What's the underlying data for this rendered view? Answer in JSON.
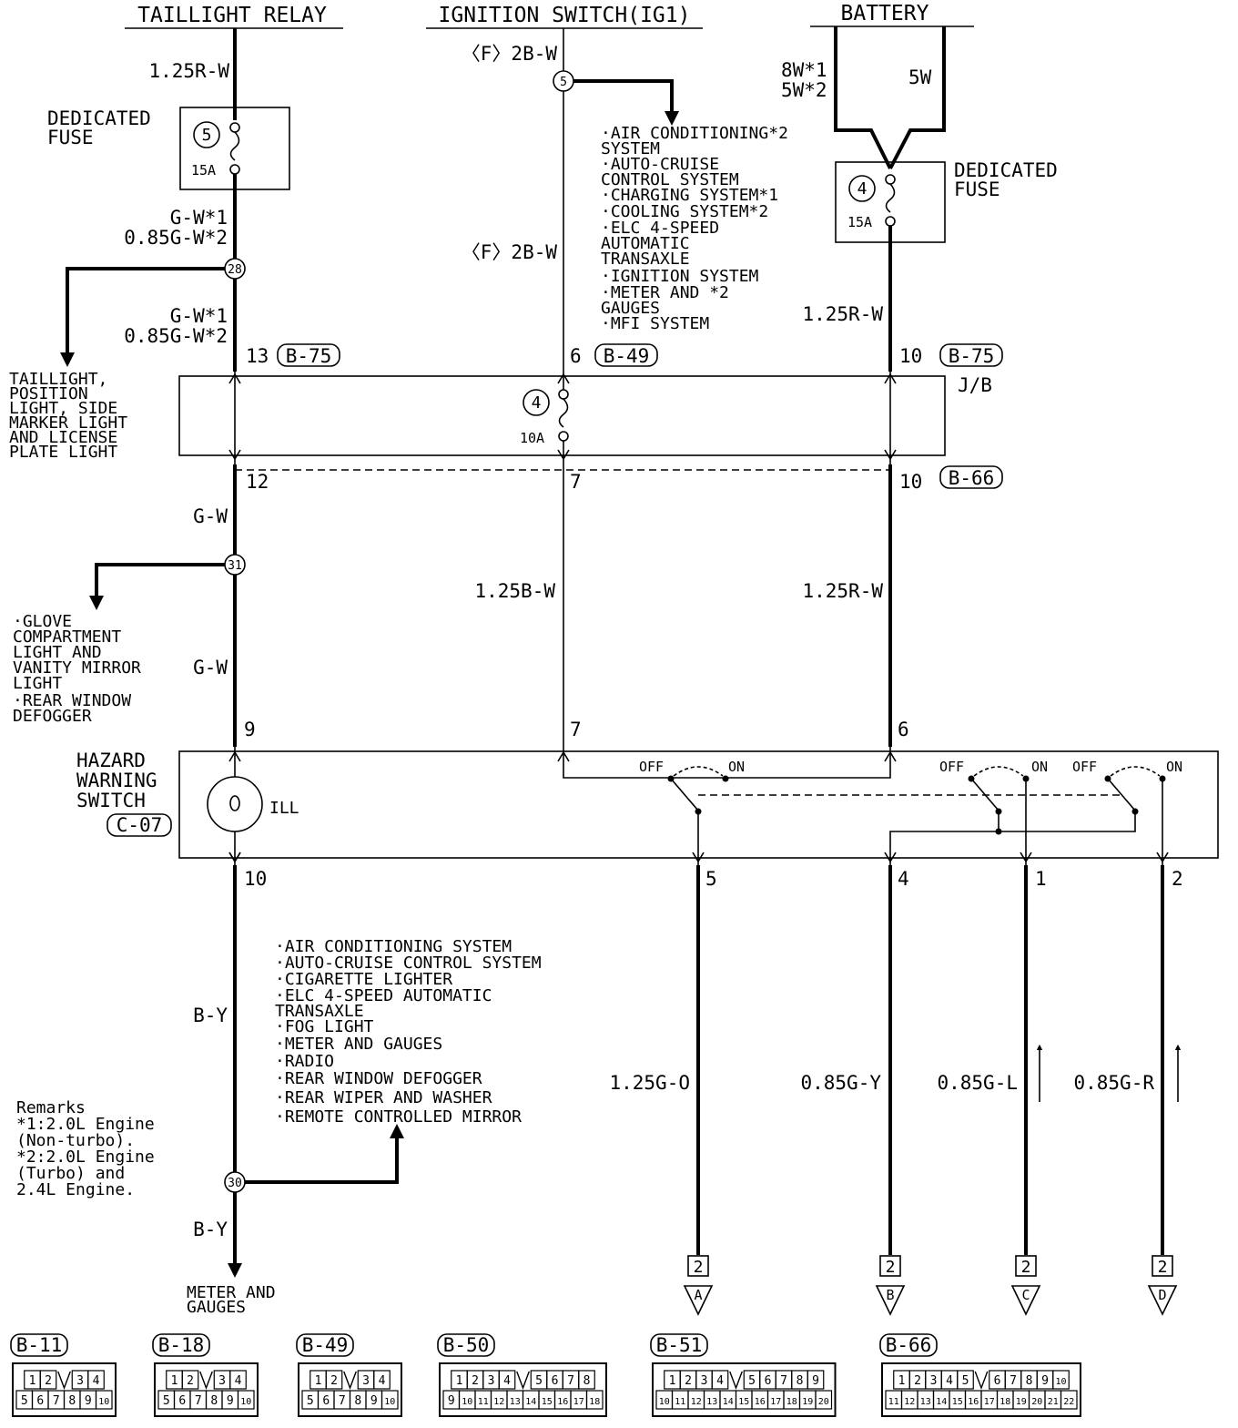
{
  "sources": {
    "taillight_relay": "TAILLIGHT RELAY",
    "ignition_switch": "IGNITION SWITCH(IG1)",
    "battery": "BATTERY"
  },
  "wires": {
    "r_w_125": "1.25R-W",
    "f_2b_w_top": "〈F〉2B-W",
    "f_2b_w_mid": "〈F〉2B-W",
    "w8": "8W*1",
    "w5_star": "5W*2",
    "w5": "5W",
    "g_w_1a": "G-W*1",
    "g_w_2a": "0.85G-W*2",
    "g_w_1b": "G-W*1",
    "g_w_2b": "0.85G-W*2",
    "r_w_125_right_top": "1.25R-W",
    "g_w_a": "G-W",
    "g_w_b": "G-W",
    "b_w_125": "1.25B-W",
    "r_w_125_right_mid": "1.25R-W",
    "b_y_a": "B-Y",
    "b_y_b": "B-Y",
    "g_o": "1.25G-O",
    "g_y": "0.85G-Y",
    "g_l": "0.85G-L",
    "g_r": "0.85G-R"
  },
  "fuses": {
    "left_label_1": "DEDICATED",
    "left_label_2": "FUSE",
    "left_num": "5",
    "left_amp": "15A",
    "right_label_1": "DEDICATED",
    "right_label_2": "FUSE",
    "right_num": "4",
    "right_amp": "15A",
    "jb_num": "4",
    "jb_amp": "10A"
  },
  "junctions": {
    "j5": "5",
    "j28": "28",
    "j31": "31",
    "j30": "30"
  },
  "connectors": {
    "b75_left": "B-75",
    "b49": "B-49",
    "b75_right": "B-75",
    "b66": "B-66",
    "jb": "J/B",
    "c07": "C-07"
  },
  "pins": {
    "p13": "13",
    "p6": "6",
    "p10a": "10",
    "p12": "12",
    "p7": "7",
    "p10b": "10",
    "p9": "9",
    "p7b": "7",
    "p6b": "6",
    "p10c": "10",
    "p5": "5",
    "p4": "4",
    "p1": "1",
    "p2": "2"
  },
  "hazard": {
    "line1": "HAZARD",
    "line2": "WARNING",
    "line3": "SWITCH",
    "ill": "ILL",
    "off1": "OFF",
    "on1": "ON",
    "off2": "OFF",
    "on2": "ON",
    "off3": "OFF",
    "on3": "ON"
  },
  "ig_systems": [
    "·AIR CONDITIONING*2",
    " SYSTEM",
    "·AUTO-CRUISE",
    " CONTROL SYSTEM",
    "·CHARGING SYSTEM*1",
    "·COOLING SYSTEM*2",
    "·ELC 4-SPEED",
    " AUTOMATIC",
    " TRANSAXLE",
    "·IGNITION SYSTEM",
    "·METER AND *2",
    " GAUGES",
    "·MFI SYSTEM"
  ],
  "taillight_targets": [
    "TAILLIGHT,",
    "POSITION",
    "LIGHT, SIDE",
    "MARKER LIGHT",
    "AND LICENSE",
    "PLATE LIGHT"
  ],
  "glove_targets": [
    "·GLOVE",
    " COMPARTMENT",
    " LIGHT AND",
    " VANITY MIRROR",
    " LIGHT",
    "·REAR WINDOW",
    " DEFOGGER"
  ],
  "ill_targets": [
    "·AIR CONDITIONING SYSTEM",
    "·AUTO-CRUISE CONTROL SYSTEM",
    "·CIGARETTE LIGHTER",
    "·ELC 4-SPEED AUTOMATIC",
    " TRANSAXLE",
    "·FOG LIGHT",
    "·METER AND GAUGES",
    "·RADIO",
    "·REAR WINDOW DEFOGGER",
    "·REAR WIPER AND WASHER",
    "·REMOTE CONTROLLED MIRROR"
  ],
  "remarks": [
    "Remarks",
    "*1:2.0L Engine",
    "   (Non-turbo).",
    "*2:2.0L Engine",
    "   (Turbo) and",
    "   2.4L Engine."
  ],
  "meter": [
    "METER AND",
    "GAUGES"
  ],
  "destinations": {
    "page_a": "2",
    "page_b": "2",
    "page_c": "2",
    "page_d": "2",
    "a": "A",
    "b": "B",
    "c": "C",
    "d": "D"
  },
  "connector_views": [
    {
      "label": "B-11",
      "top": [
        "1",
        "2",
        "",
        "3",
        "4"
      ],
      "bottom": [
        "5",
        "6",
        "7",
        "8",
        "9",
        "10"
      ]
    },
    {
      "label": "B-18",
      "top": [
        "1",
        "2",
        "",
        "3",
        "4"
      ],
      "bottom": [
        "5",
        "6",
        "7",
        "8",
        "9",
        "10"
      ]
    },
    {
      "label": "B-49",
      "top": [
        "1",
        "2",
        "",
        "3",
        "4"
      ],
      "bottom": [
        "5",
        "6",
        "7",
        "8",
        "9",
        "10"
      ]
    },
    {
      "label": "B-50",
      "top": [
        "1",
        "2",
        "3",
        "4",
        "",
        "5",
        "6",
        "7",
        "8"
      ],
      "bottom": [
        "9",
        "10",
        "11",
        "12",
        "13",
        "14",
        "15",
        "16",
        "17",
        "18"
      ]
    },
    {
      "label": "B-51",
      "top": [
        "1",
        "2",
        "3",
        "4",
        "",
        "5",
        "6",
        "7",
        "8",
        "9"
      ],
      "bottom": [
        "10",
        "11",
        "12",
        "13",
        "14",
        "15",
        "16",
        "17",
        "18",
        "19",
        "20"
      ]
    },
    {
      "label": "B-66",
      "top": [
        "1",
        "2",
        "3",
        "4",
        "5",
        "",
        "6",
        "7",
        "8",
        "9",
        "10"
      ],
      "bottom": [
        "11",
        "12",
        "13",
        "14",
        "15",
        "16",
        "17",
        "18",
        "19",
        "20",
        "21",
        "22"
      ]
    }
  ]
}
